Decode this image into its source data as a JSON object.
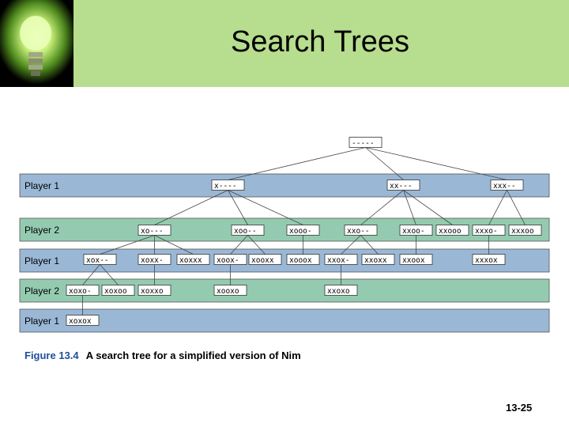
{
  "slide": {
    "title": "Search Trees",
    "page_number": "13-25"
  },
  "caption": {
    "figure_label": "Figure 13.4",
    "text": "A search tree for a simplified version of Nim"
  },
  "colors": {
    "header_bg": "#b7dd8e",
    "player1_band": "#9ab8d6",
    "player2_band": "#94cbb0",
    "caption_label": "#1f4e9a"
  },
  "bands": [
    {
      "label": "Player 1",
      "player": 1
    },
    {
      "label": "Player 2",
      "player": 2
    },
    {
      "label": "Player 1",
      "player": 1
    },
    {
      "label": "Player 2",
      "player": 2
    },
    {
      "label": "Player 1",
      "player": 1
    }
  ],
  "tree": {
    "levels": [
      [
        {
          "label": "-----",
          "parent": null
        }
      ],
      [
        {
          "label": "x----",
          "parent": 0
        },
        {
          "label": "xx---",
          "parent": 0
        },
        {
          "label": "xxx--",
          "parent": 0
        }
      ],
      [
        {
          "label": "xo---",
          "parent": 0
        },
        {
          "label": "xoo--",
          "parent": 0
        },
        {
          "label": "xooo-",
          "parent": 0
        },
        {
          "label": "xxo--",
          "parent": 1
        },
        {
          "label": "xxoo-",
          "parent": 1
        },
        {
          "label": "xxooo",
          "parent": 1
        },
        {
          "label": "xxxo-",
          "parent": 2
        },
        {
          "label": "xxxoo",
          "parent": 2
        }
      ],
      [
        {
          "label": "xox--",
          "parent": 0
        },
        {
          "label": "xoxx-",
          "parent": 0
        },
        {
          "label": "xoxxx",
          "parent": 0
        },
        {
          "label": "xoox-",
          "parent": 1
        },
        {
          "label": "xooxx",
          "parent": 1
        },
        {
          "label": "xooox",
          "parent": 2
        },
        {
          "label": "xxox-",
          "parent": 3
        },
        {
          "label": "xxoxx",
          "parent": 3
        },
        {
          "label": "xxoox",
          "parent": 4
        },
        {
          "label": "xxxox",
          "parent": 6
        }
      ],
      [
        {
          "label": "xoxo-",
          "parent": 0
        },
        {
          "label": "xoxoo",
          "parent": 0
        },
        {
          "label": "xoxxo",
          "parent": 1
        },
        {
          "label": "xooxo",
          "parent": 3
        },
        {
          "label": "xxoxo",
          "parent": 6
        }
      ],
      [
        {
          "label": "xoxox",
          "parent": 0
        }
      ]
    ]
  }
}
